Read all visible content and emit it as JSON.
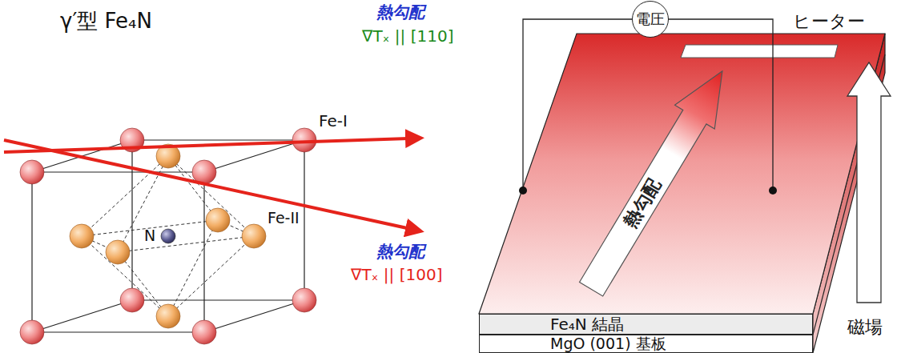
{
  "diagram": {
    "nodes": [
      {
        "text": [
          "電圧"
        ]
      },
      {
        "text": [
          "熱勾配"
        ]
      },
      {
        "text": [
          "Fe₄N 結晶"
        ]
      },
      {
        "text": [
          "MgO (001) 基板"
        ]
      }
    ],
    "labels": [
      "γ′型 Fe₄N",
      "Fe-I",
      "N",
      "Fe-II",
      "熱勾配",
      "∇Tₓ || [110]",
      "熱勾配",
      "∇Tₓ || [100]",
      "ヒーター",
      "磁場"
    ]
  }
}
